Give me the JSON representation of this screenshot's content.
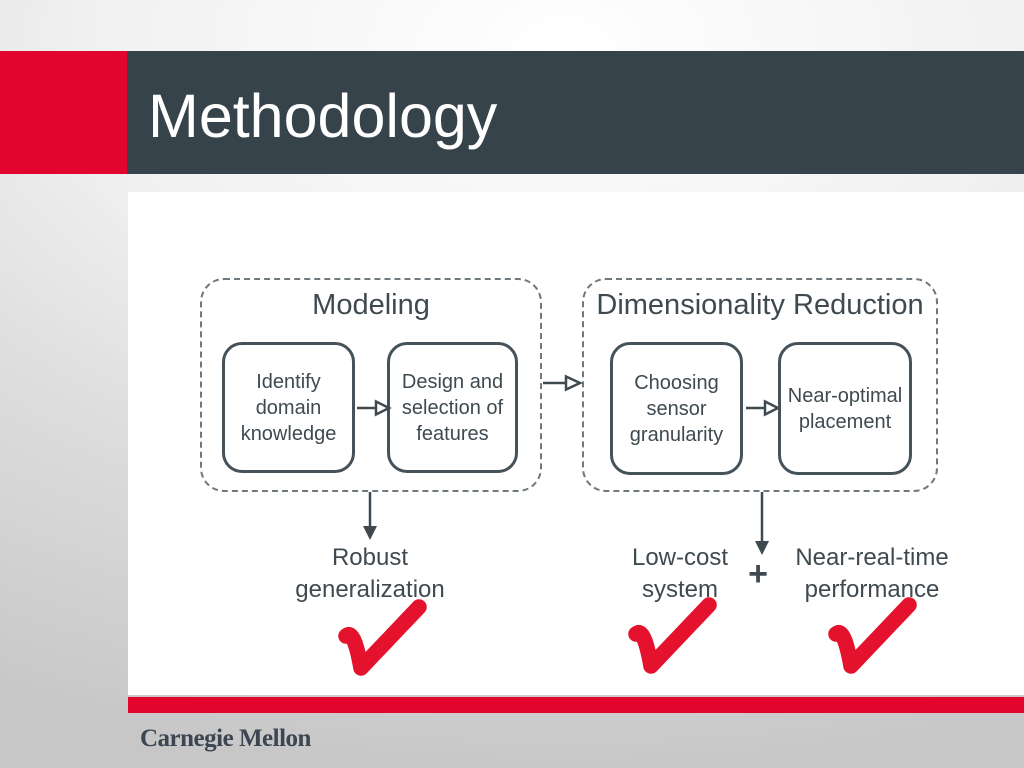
{
  "header": {
    "title": "Methodology"
  },
  "footer": {
    "wordmark": "Carnegie Mellon"
  },
  "colors": {
    "accent_red": "#e2062f",
    "header_bg": "#37434a",
    "check_red": "#e5122d",
    "ink": "#3f4a50",
    "dash": "#6e787d",
    "panel_bg": "#ffffff"
  },
  "diagram": {
    "groups": [
      {
        "title": "Modeling",
        "boxes": [
          {
            "label": "Identify domain knowledge"
          },
          {
            "label": "Design and selection of features"
          }
        ]
      },
      {
        "title": "Dimensionality Reduction",
        "boxes": [
          {
            "label": "Choosing sensor granularity"
          },
          {
            "label": "Near-optimal placement"
          }
        ]
      }
    ],
    "outcomes": [
      {
        "label": "Robust generalization"
      },
      {
        "label": "Low-cost system"
      },
      {
        "label": "Near-real-time performance"
      }
    ],
    "plus": "+"
  }
}
